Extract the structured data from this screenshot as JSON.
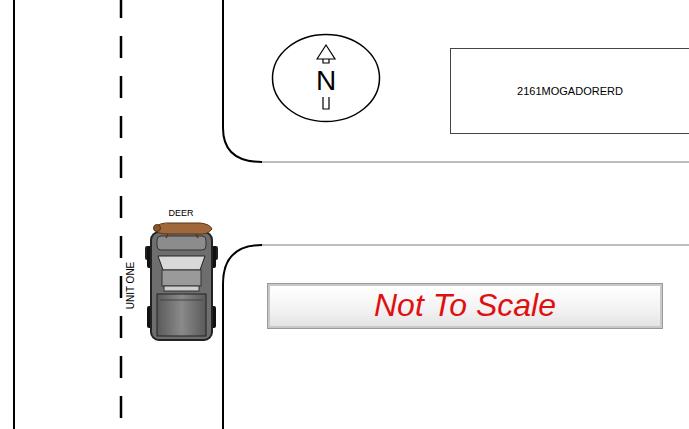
{
  "diagram": {
    "nodes": [
      {
        "text": [
          "N"
        ]
      },
      {
        "text": [
          "2161MOGADORERD"
        ]
      },
      {
        "text": [
          "Not To Scale"
        ]
      }
    ],
    "labels": [
      "DEER",
      "UNIT ONE"
    ]
  }
}
